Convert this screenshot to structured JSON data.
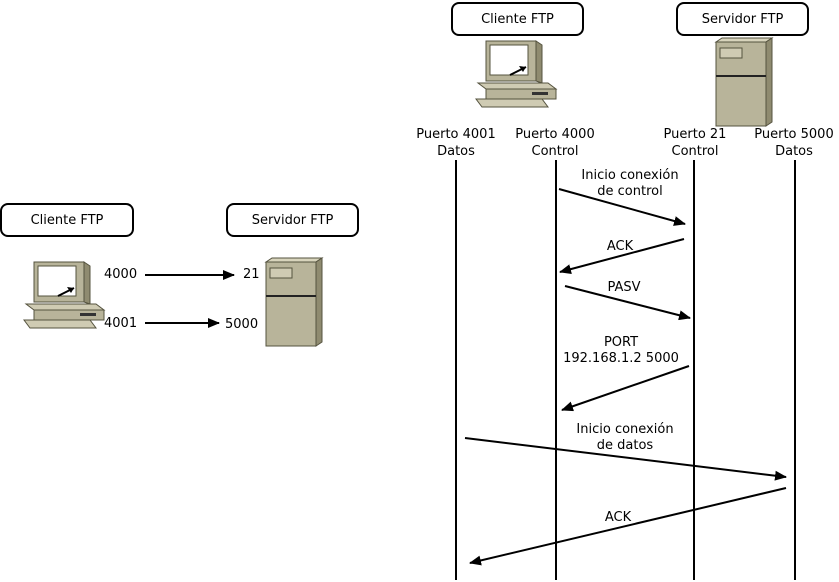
{
  "left": {
    "client_label": "Cliente FTP",
    "server_label": "Servidor FTP",
    "client_port_control": "4000",
    "client_port_data": "4001",
    "server_port_control": "21",
    "server_port_data": "5000"
  },
  "right": {
    "client_label": "Cliente FTP",
    "server_label": "Servidor FTP",
    "lanes": [
      {
        "label": "Puerto 4001\nDatos"
      },
      {
        "label": "Puerto 4000\nControl"
      },
      {
        "label": "Puerto 21\nControl"
      },
      {
        "label": "Puerto 5000\nDatos"
      }
    ],
    "messages": [
      {
        "label": "Inicio conexión\nde control"
      },
      {
        "label": "ACK"
      },
      {
        "label": "PASV"
      },
      {
        "label": "PORT\n192.168.1.2 5000"
      },
      {
        "label": "Inicio conexión\nde datos"
      },
      {
        "label": "ACK"
      }
    ]
  },
  "colors": {
    "device_body": "#b8b49a",
    "device_dark": "#6e6b55",
    "screen": "#ffffff",
    "line": "#000000"
  },
  "icons": {
    "client": "desktop-computer-icon",
    "server": "tower-server-icon"
  }
}
